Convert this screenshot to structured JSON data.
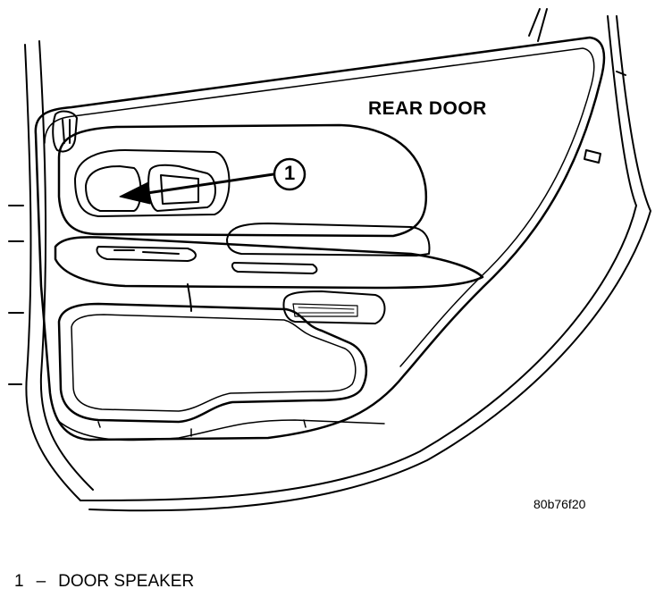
{
  "title": "REAR DOOR",
  "callout": {
    "number": "1"
  },
  "figure_code": "80b76f20",
  "legend": [
    {
      "number": "1",
      "separator": "–",
      "label": "DOOR SPEAKER"
    }
  ],
  "colors": {
    "line": "#000000",
    "background": "#ffffff"
  }
}
